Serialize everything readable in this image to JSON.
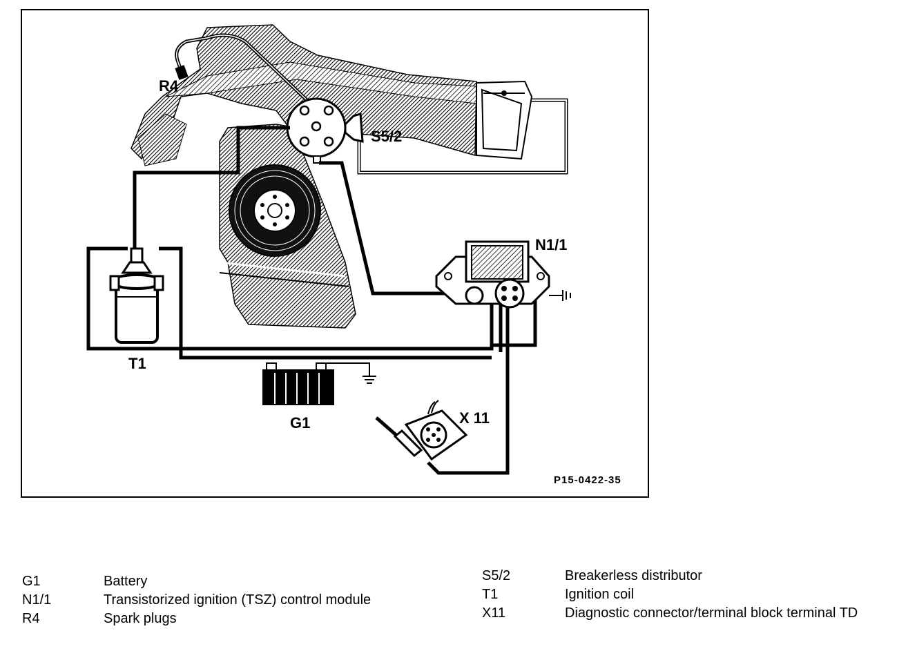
{
  "diagram": {
    "labels": {
      "r4": "R4",
      "s5_2": "S5/2",
      "n1_1": "N1/1",
      "t1": "T1",
      "g1": "G1",
      "x11": "X 11"
    },
    "reference": "P15-0422-35"
  },
  "legend": {
    "left": [
      {
        "code": "G1",
        "description": "Battery"
      },
      {
        "code": "N1/1",
        "description": "Transistorized ignition (TSZ) control module"
      },
      {
        "code": "R4",
        "description": "Spark plugs"
      }
    ],
    "right": [
      {
        "code": "S5/2",
        "description": "Breakerless distributor"
      },
      {
        "code": "T1",
        "description": "Ignition coil"
      },
      {
        "code": "X11",
        "description": "Diagnostic connector/terminal block terminal TD"
      }
    ]
  }
}
